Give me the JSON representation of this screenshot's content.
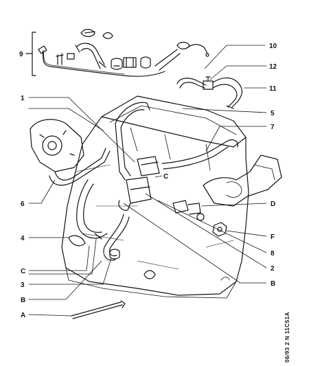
{
  "callouts": {
    "c9": "9",
    "c10": "10",
    "c12": "12",
    "c11": "11",
    "c1": "1",
    "c5": "5",
    "c7": "7",
    "c6": "6",
    "cD": "D",
    "cF": "F",
    "c8": "8",
    "c2": "2",
    "cB_right": "B",
    "c4": "4",
    "cC_left": "C",
    "c3": "3",
    "cB_left": "B",
    "cA": "A",
    "cC_inner": "C"
  },
  "reference": {
    "code": "06/93  2 N  11C51A"
  }
}
